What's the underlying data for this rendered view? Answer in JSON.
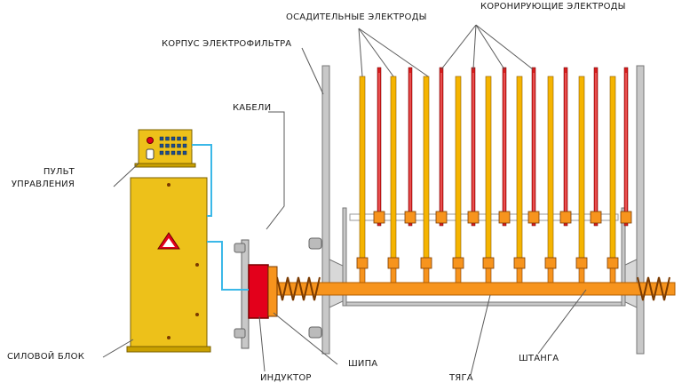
{
  "labels": {
    "collecting_electrodes": "ОСАДИТЕЛЬНЫЕ ЭЛЕКТРОДЫ",
    "corona_electrodes": "КОРОНИРУЮЩИЕ ЭЛЕКТРОДЫ",
    "housing": "КОРПУС ЭЛЕКТРОФИЛЬТРА",
    "cables": "КАБЕЛИ",
    "control_panel_line1": "ПУЛЬТ",
    "control_panel_line2": "УПРАВЛЕНИЯ",
    "power_unit": "СИЛОВОЙ БЛОК",
    "inductor": "ИНДУКТОР",
    "shield": "ШИПА",
    "rod": "ТЯГА",
    "bar": "ШТАНГА"
  },
  "colors": {
    "collecting": "#F5B400",
    "corona": "#D81E1E",
    "orange": "#F7941D",
    "cabinet": "#EDC11A",
    "housing": "#C8C8C8",
    "cable": "#3BB8E8",
    "inductor": "#E3001B"
  },
  "icons": {
    "warning": "warning-triangle-icon"
  }
}
